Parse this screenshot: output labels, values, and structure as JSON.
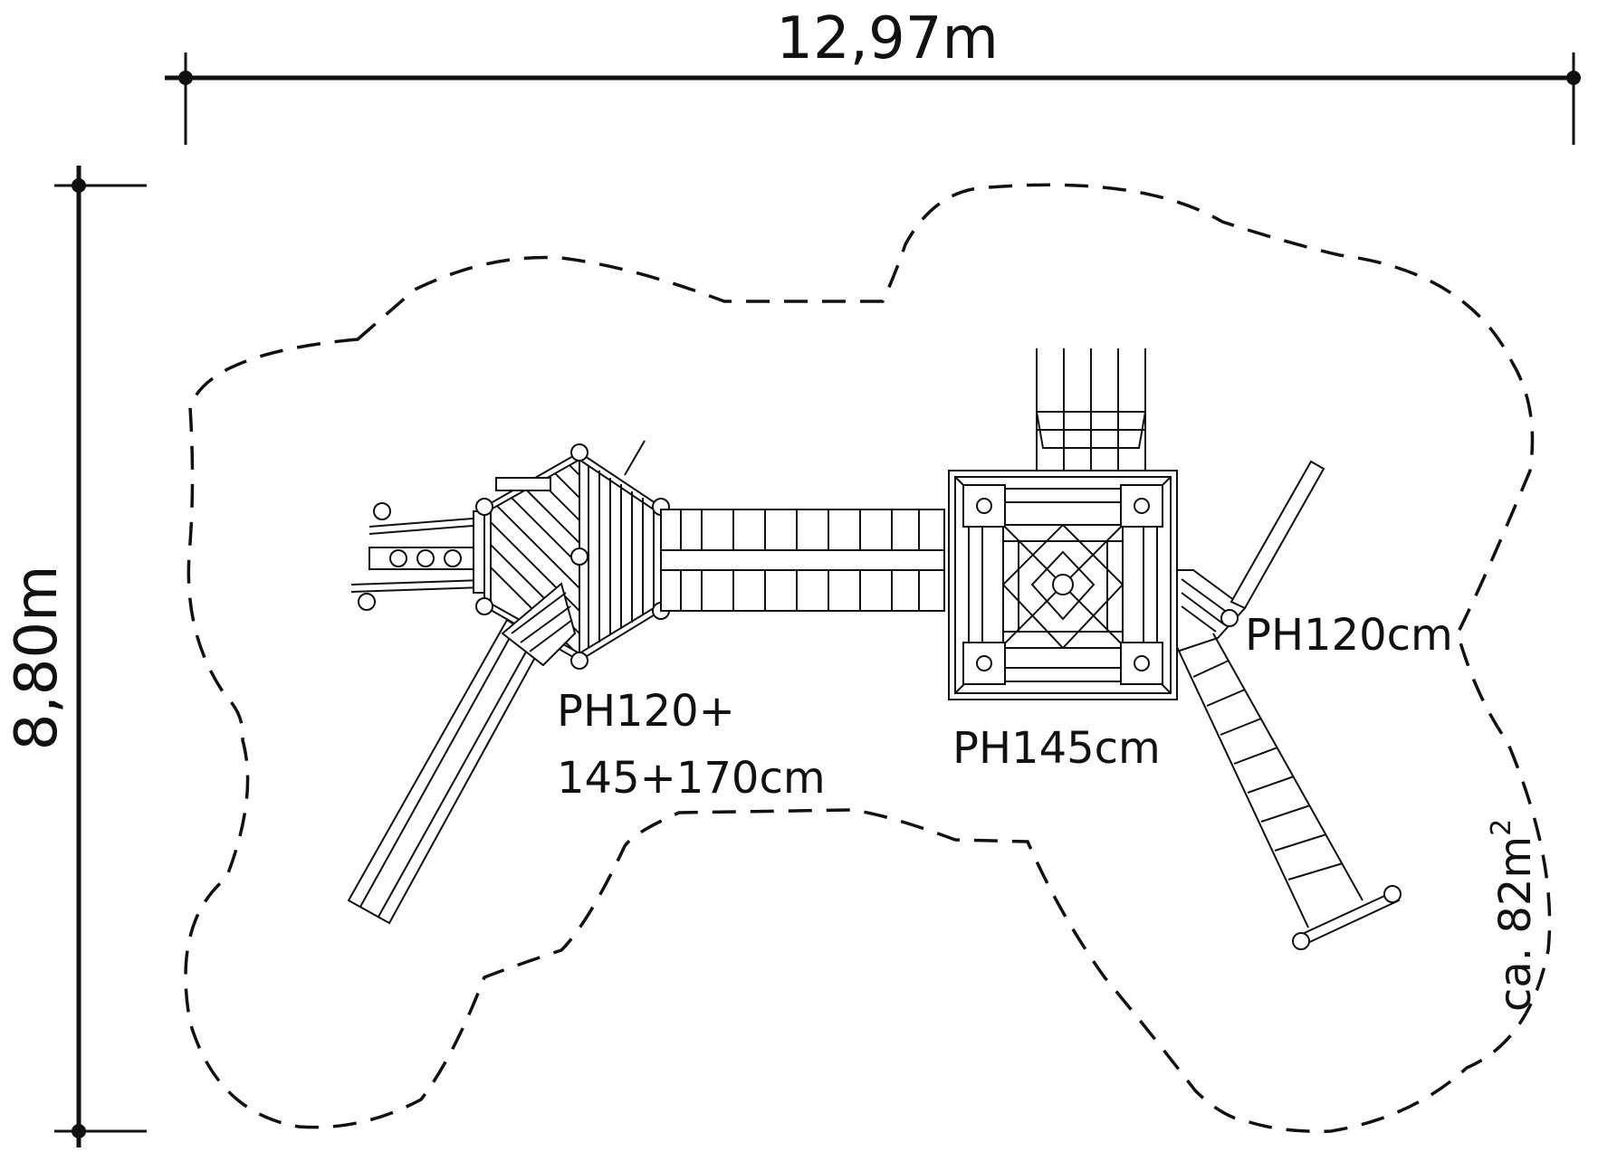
{
  "dimensions": {
    "width": "12,97m",
    "height": "8,80m"
  },
  "labels": {
    "left_tower": [
      "PH120+",
      "145+170cm"
    ],
    "center_tower": "PH145cm",
    "right_tower": "PH120cm",
    "area_prefix": "ca. 82m",
    "area_sup": "2"
  },
  "colors": {
    "ink": "#111111",
    "background": "#ffffff"
  }
}
